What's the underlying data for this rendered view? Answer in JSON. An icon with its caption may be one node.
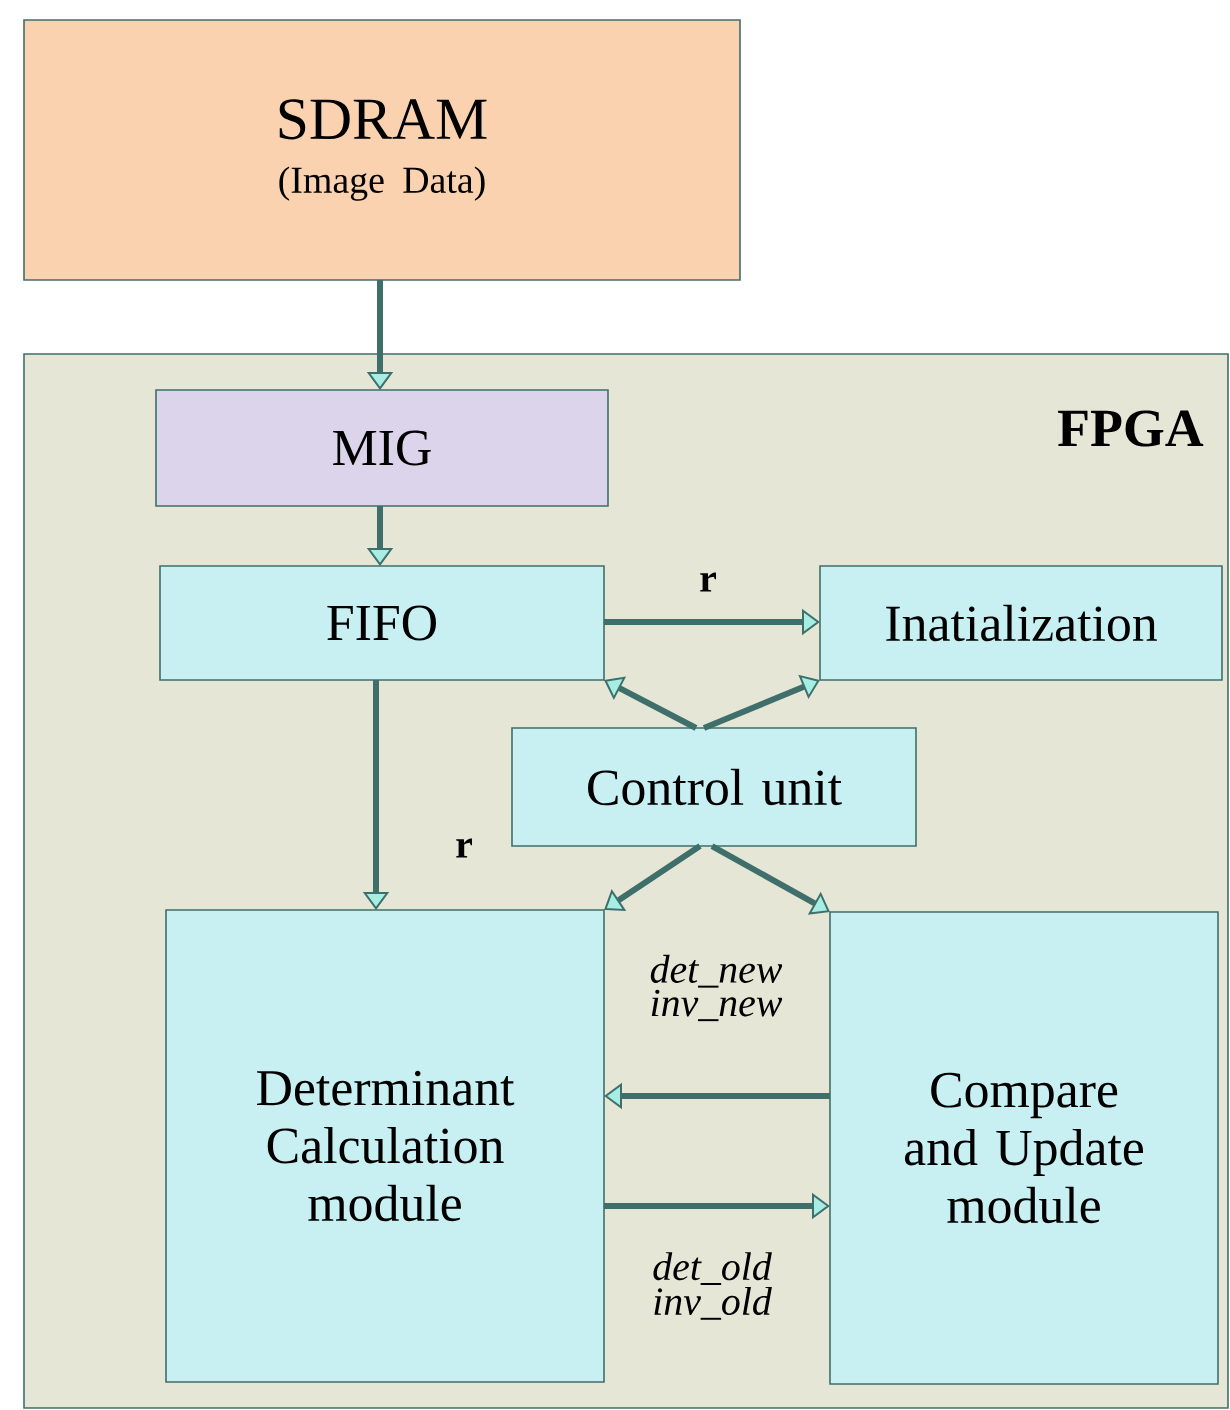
{
  "diagram": {
    "nodes": [
      {
        "text": [
          "SDRAM",
          "(Image Data)"
        ]
      },
      {
        "text": [
          "FPGA"
        ]
      },
      {
        "text": [
          "MIG"
        ],
        "in": 1
      },
      {
        "text": [
          "FIFO"
        ],
        "in": 1
      },
      {
        "text": [
          "Inatialization"
        ],
        "in": 1
      },
      {
        "text": [
          "Control unit"
        ],
        "in": 1
      },
      {
        "text": [
          "Determinant Calculation module"
        ],
        "in": 1
      },
      {
        "text": [
          "Compare and Update module"
        ],
        "in": 1
      }
    ],
    "edges": [
      {
        "from": 0,
        "to": 2,
        "arrow": "to"
      },
      {
        "from": 2,
        "to": 3,
        "arrow": "to"
      },
      {
        "from": 3,
        "to": 4,
        "arrow": "to",
        "label": "r"
      },
      {
        "from": 5,
        "to": 3,
        "arrow": "to"
      },
      {
        "from": 5,
        "to": 4,
        "arrow": "to"
      },
      {
        "from": 3,
        "to": 6,
        "arrow": "to",
        "label": "r"
      },
      {
        "from": 5,
        "to": 6,
        "arrow": "to"
      },
      {
        "from": 5,
        "to": 7,
        "arrow": "to"
      },
      {
        "from": 7,
        "to": 6,
        "arrow": "to",
        "label": "det_new inv_new"
      },
      {
        "from": 6,
        "to": 7,
        "arrow": "to",
        "label": "det_old inv_old"
      }
    ]
  }
}
